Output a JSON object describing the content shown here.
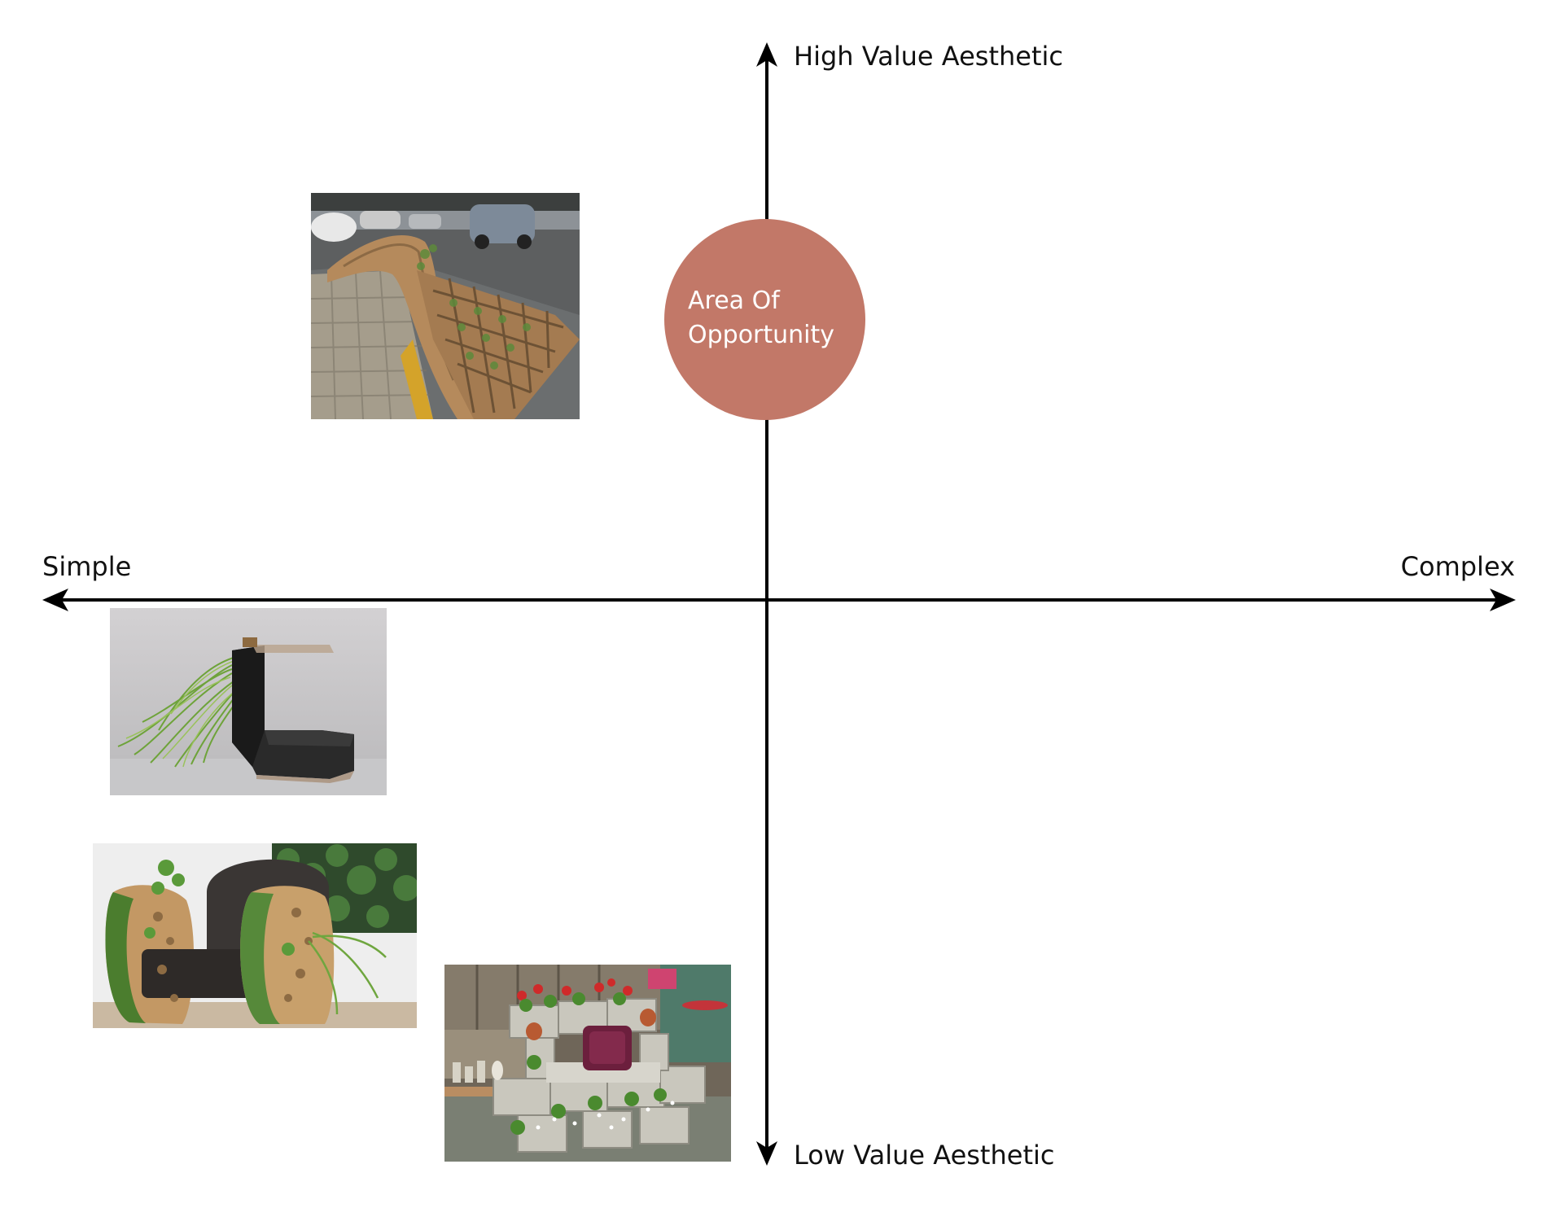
{
  "axes": {
    "y_top_label": "High Value Aesthetic",
    "y_bottom_label": "Low Value Aesthetic",
    "x_left_label": "Simple",
    "x_right_label": "Complex"
  },
  "highlight": {
    "label_line1": "Area Of",
    "label_line2": "Opportunity",
    "color": "#c27868"
  },
  "photos": [
    {
      "name": "wave-planter-bench-photo",
      "subject": "curved wooden bench with planter grid on a street"
    },
    {
      "name": "grass-chair-photo",
      "subject": "black chair with grass growing from its back"
    },
    {
      "name": "moss-armchair-photo",
      "subject": "leather armchair with moss and plant-covered wooden sides"
    },
    {
      "name": "cinderblock-bench-photo",
      "subject": "cinder block bench with flowers and a purple cushion"
    }
  ],
  "colors": {
    "axis": "#000000",
    "text": "#111111",
    "background": "#ffffff"
  }
}
